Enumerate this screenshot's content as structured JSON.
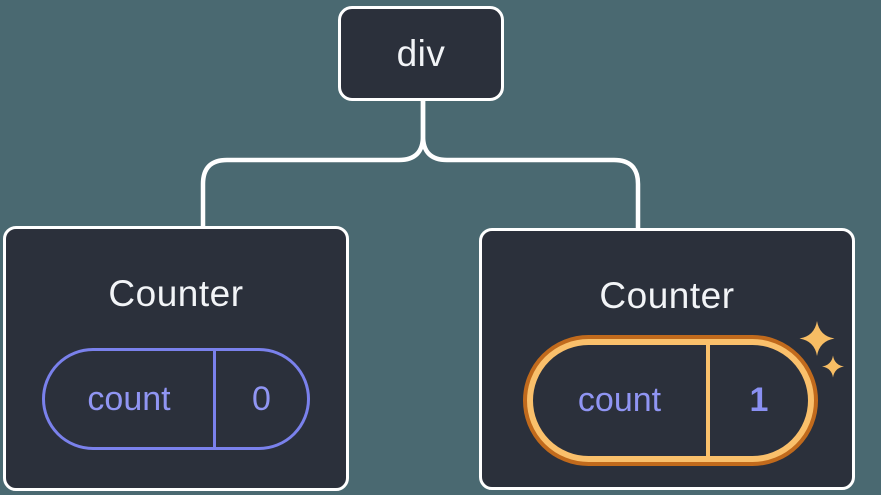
{
  "diagram": {
    "description": "Component tree diagram: a div root element with two Counter children, each holding a count state pill",
    "root": {
      "label": "div"
    },
    "children": [
      {
        "title": "Counter",
        "state": {
          "key": "count",
          "value": "0"
        },
        "highlighted": false
      },
      {
        "title": "Counter",
        "state": {
          "key": "count",
          "value": "1"
        },
        "highlighted": true,
        "badge_icon": "sparkles"
      }
    ]
  },
  "colors": {
    "background": "#4A6971",
    "node_fill": "#2B303B",
    "node_border": "#FFFFFF",
    "connector": "#FFFFFF",
    "title_text": "#F2F4F7",
    "state_purple_border": "#7A81EC",
    "state_purple_text": "#9095F3",
    "highlight_orange_light": "#FAC06B",
    "highlight_orange_dark": "#C16A1C",
    "sparkle_orange": "#F7BD64"
  }
}
